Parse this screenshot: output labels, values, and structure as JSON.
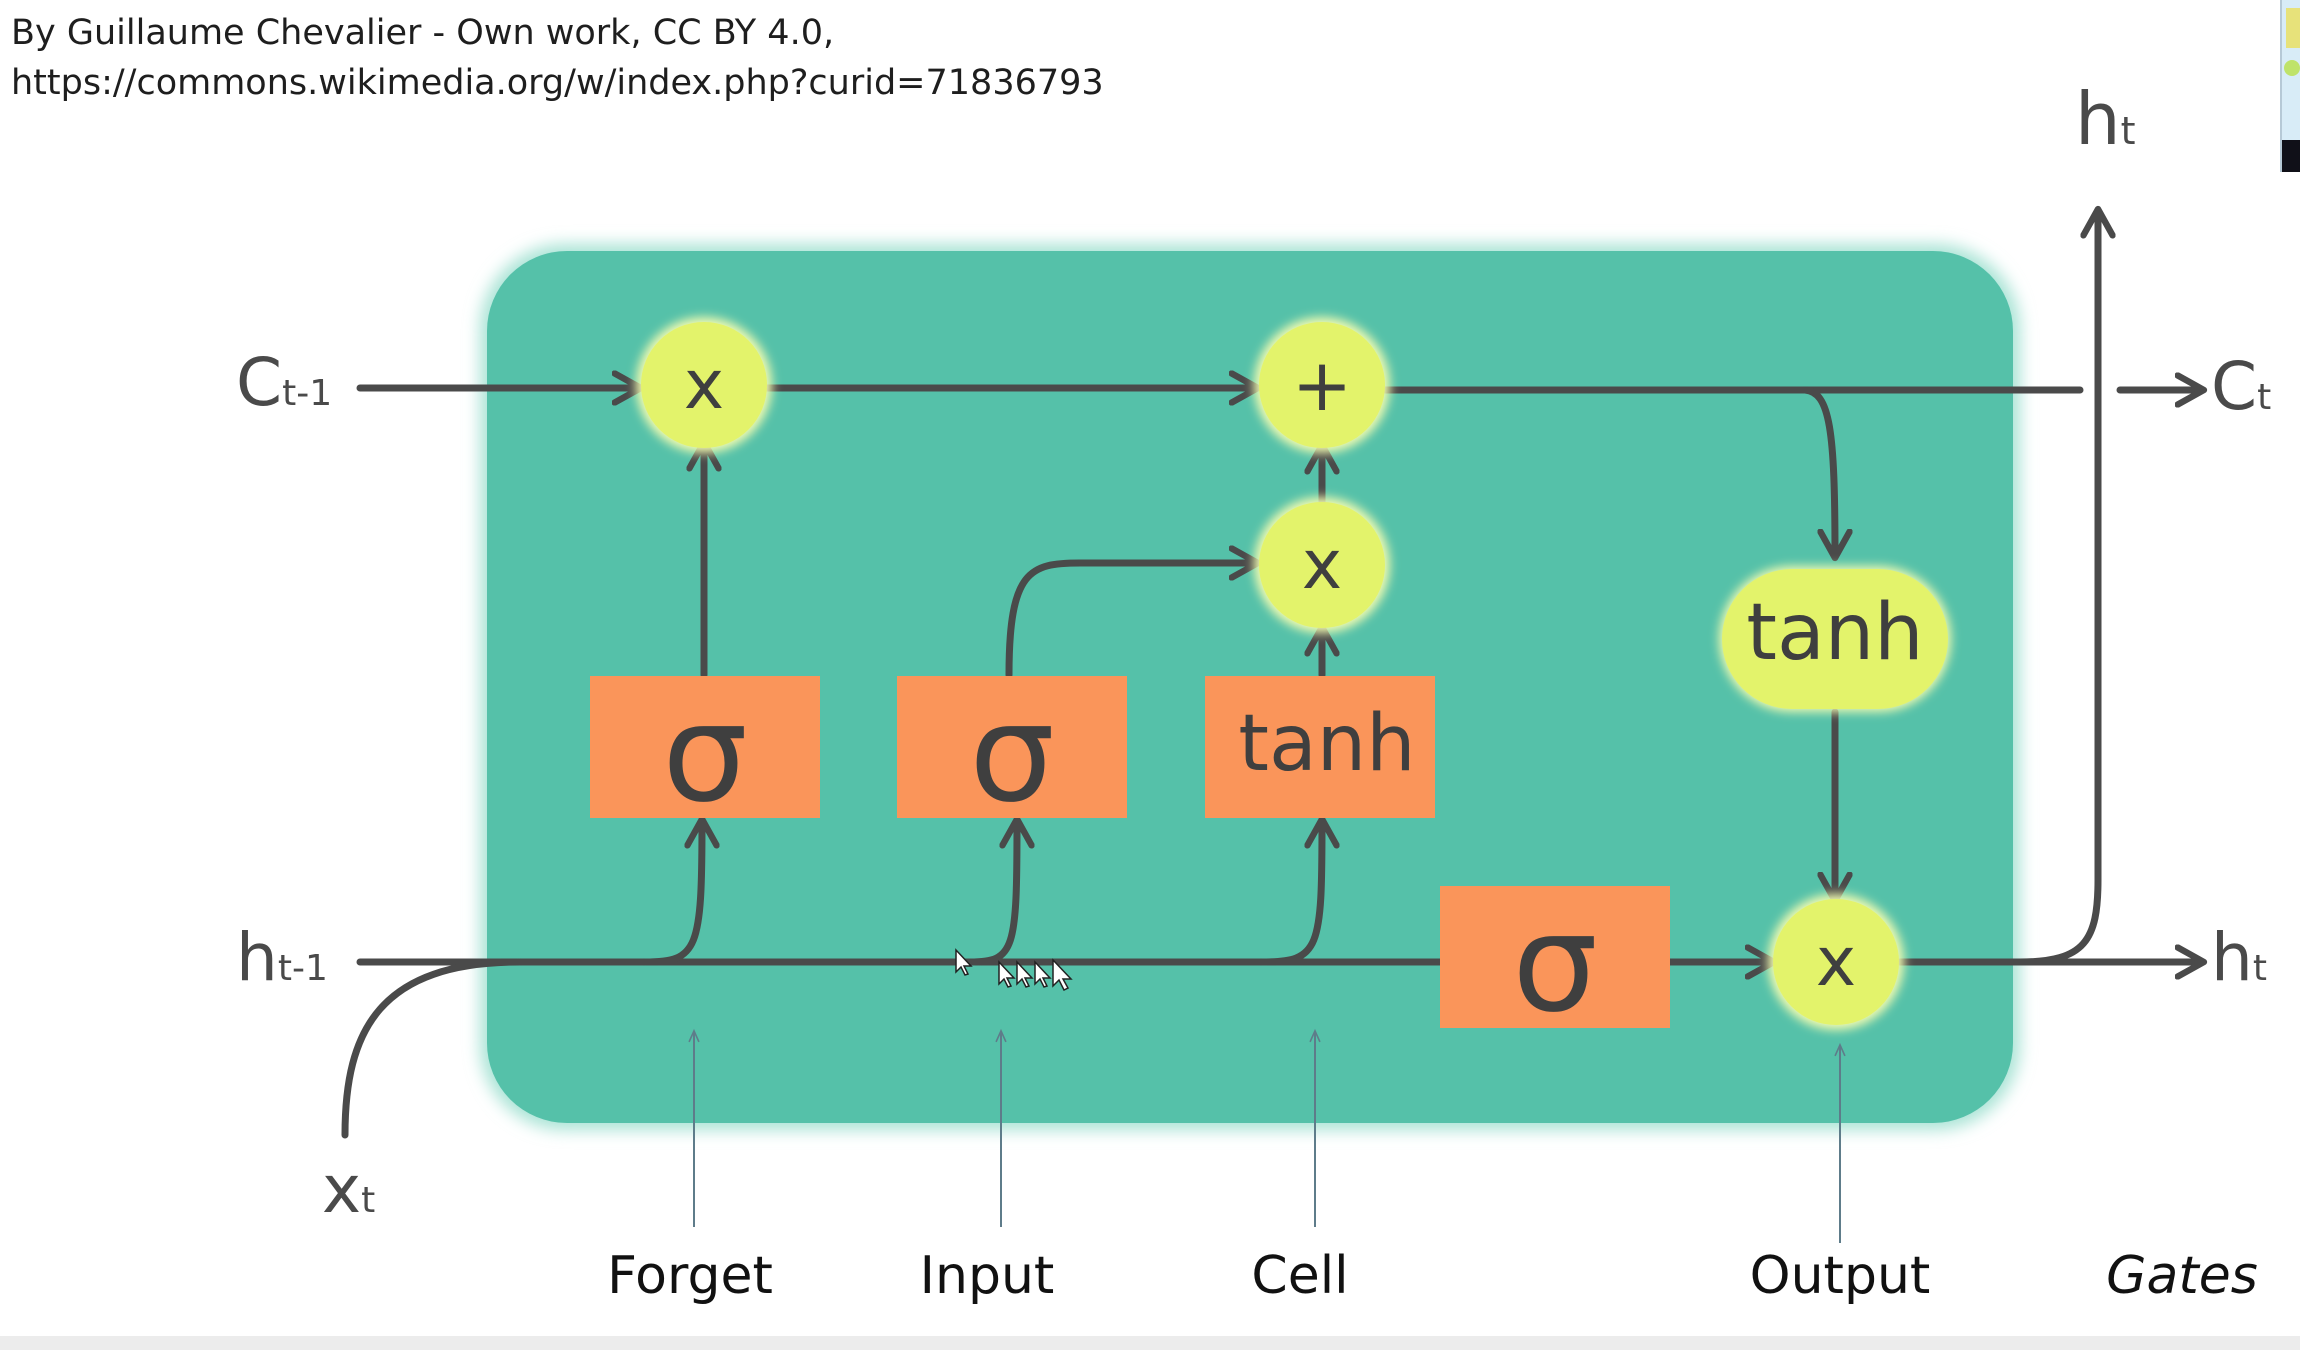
{
  "credit": {
    "line1": "By Guillaume Chevalier - Own work, CC BY 4.0,",
    "line2": "https://commons.wikimedia.org/w/index.php?curid=71836793"
  },
  "ops": {
    "forget_mult": "x",
    "add": "+",
    "input_mult": "x",
    "output_mult": "x",
    "tanh_cell": "tanh"
  },
  "gates": {
    "forget_sigma": "σ",
    "input_sigma": "σ",
    "cell_tanh": "tanh",
    "output_sigma": "σ"
  },
  "io": {
    "c_prev": {
      "base": "C",
      "sub": "t-1"
    },
    "h_prev": {
      "base": "h",
      "sub": "t-1"
    },
    "x_t": {
      "base": "x",
      "sub": "t"
    },
    "c_t": {
      "base": "C",
      "sub": "t"
    },
    "h_t_right": {
      "base": "h",
      "sub": "t"
    },
    "h_t_top": {
      "base": "h",
      "sub": "t"
    }
  },
  "gate_labels": {
    "forget": "Forget",
    "input": "Input",
    "cell": "Cell",
    "output": "Output",
    "gates": "Gates"
  },
  "colors": {
    "cell_bg": "#55c1a9",
    "gate_box": "#fa955a",
    "op_circle": "#e3f36b",
    "line": "#4a4a4a"
  }
}
